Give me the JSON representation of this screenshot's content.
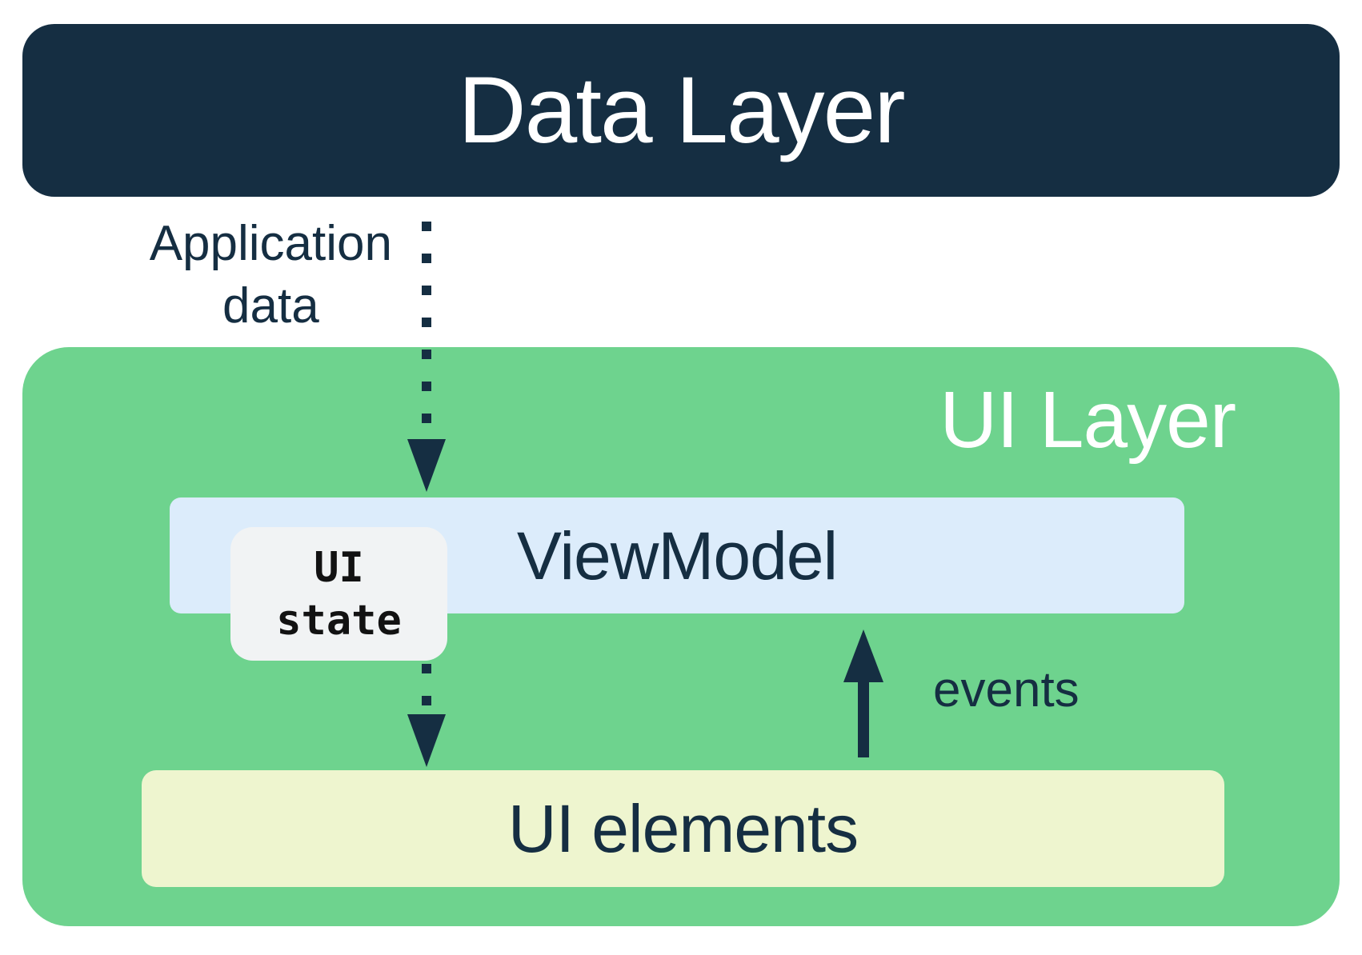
{
  "colors": {
    "navy": "#152E42",
    "green": "#6ED38E",
    "light_blue": "#DCECFB",
    "pale_yellow": "#EEF5CF",
    "light_gray": "#F1F3F4",
    "white": "#FFFFFF",
    "ui_state_text": "#121212"
  },
  "boxes": {
    "data_layer": {
      "label": "Data Layer"
    },
    "ui_layer": {
      "label": "UI Layer"
    },
    "viewmodel": {
      "label": "ViewModel"
    },
    "ui_state": {
      "line1": "UI",
      "line2": "state"
    },
    "ui_elements": {
      "label": "UI elements"
    }
  },
  "arrows": {
    "application_data": {
      "label_line1": "Application",
      "label_line2": "data",
      "style": "dotted",
      "direction": "down",
      "from": "Data Layer",
      "to": "ViewModel"
    },
    "ui_state_flow": {
      "style": "dotted",
      "direction": "down",
      "from": "ViewModel",
      "to": "UI elements"
    },
    "events": {
      "label": "events",
      "style": "solid",
      "direction": "up",
      "from": "UI elements",
      "to": "ViewModel"
    }
  }
}
